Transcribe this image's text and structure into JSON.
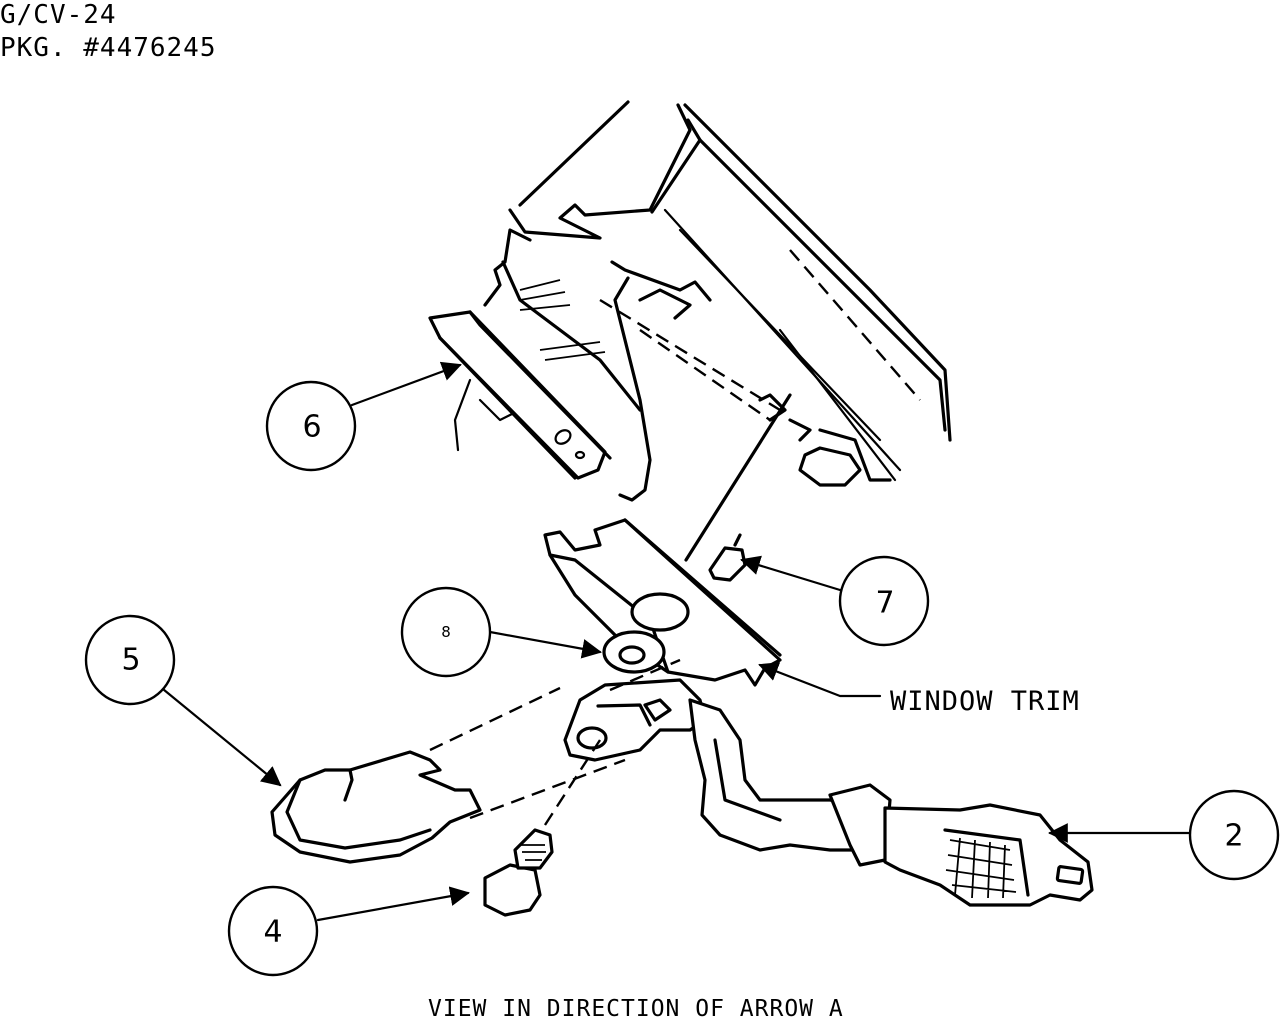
{
  "header": {
    "model": "G/CV-24",
    "package": "PKG. #4476245"
  },
  "caption": "VIEW IN DIRECTION OF ARROW A",
  "labels": {
    "window_trim": "WINDOW TRIM"
  },
  "callouts": [
    {
      "id": "2",
      "part": "belt-buckle-assembly"
    },
    {
      "id": "4",
      "part": "anchor-bolt"
    },
    {
      "id": "5",
      "part": "cover"
    },
    {
      "id": "6",
      "part": "bracket"
    },
    {
      "id": "7",
      "part": "screw"
    },
    {
      "id": "8",
      "part": "washer"
    }
  ]
}
